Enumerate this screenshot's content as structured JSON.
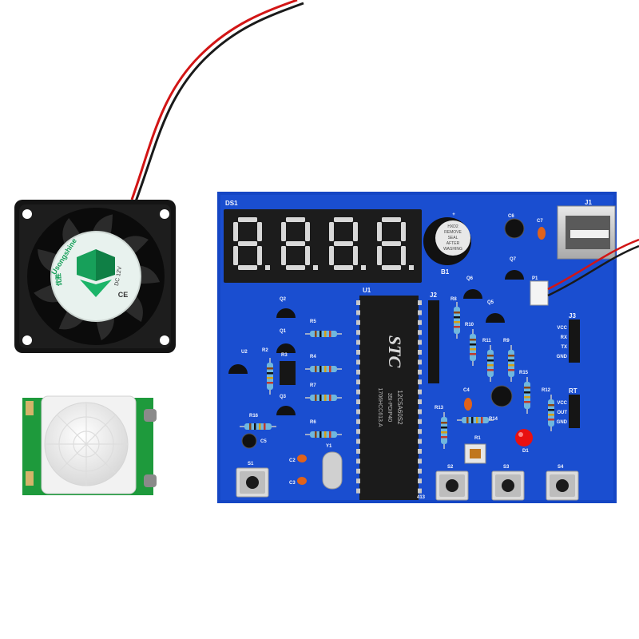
{
  "fan": {
    "label_brand": "Usongshine",
    "label_brand_cn": "优胜",
    "label_voltage": "DC 12V",
    "label_ce": "CE"
  },
  "board": {
    "display_label": "DS1",
    "mcu_label": "U1",
    "mcu_brand": "STC",
    "mcu_model": "12C5A60S2",
    "mcu_line2": "35I-PDIP40",
    "mcu_line3": "1706HCC613.A",
    "buzzer_label": "B1",
    "buzzer_sticker": [
      "HXD2",
      "REMOVE",
      "SEAL",
      "AFTER",
      "WASHING"
    ],
    "usb_label": "J1",
    "header_j2_label": "J2",
    "header_j3_label": "J3",
    "header_j3_pins": [
      "VCC",
      "RX",
      "TX",
      "GND"
    ],
    "header_rt_label": "RT",
    "header_rt_pins": [
      "VCC",
      "OUT",
      "GND"
    ],
    "crystal_label": "Y1",
    "led_label": "D1",
    "ldr_label": "R1",
    "regulator_label": "U2",
    "fan_connector_label": "P1",
    "edge_text": "413",
    "buttons": [
      "S1",
      "S2",
      "S3",
      "S4"
    ],
    "resistors": [
      "R2",
      "R3",
      "R4",
      "R5",
      "R6",
      "R7",
      "R8",
      "R9",
      "R10",
      "R11",
      "R12",
      "R13",
      "R14",
      "R15",
      "R16"
    ],
    "transistors": [
      "Q1",
      "Q2",
      "Q3",
      "Q5",
      "Q6",
      "Q7"
    ],
    "capacitors": [
      "C2",
      "C3",
      "C4",
      "C5",
      "C6",
      "C7"
    ]
  },
  "colors": {
    "pcb": "#1546c4",
    "pcb_dark": "#0e36a2",
    "segment": "#d8d8d8",
    "fan_body": "#141414",
    "fan_label": "#e8f2ee",
    "pir_board": "#1e9a3c",
    "pir_dome": "#f2f2f2"
  }
}
